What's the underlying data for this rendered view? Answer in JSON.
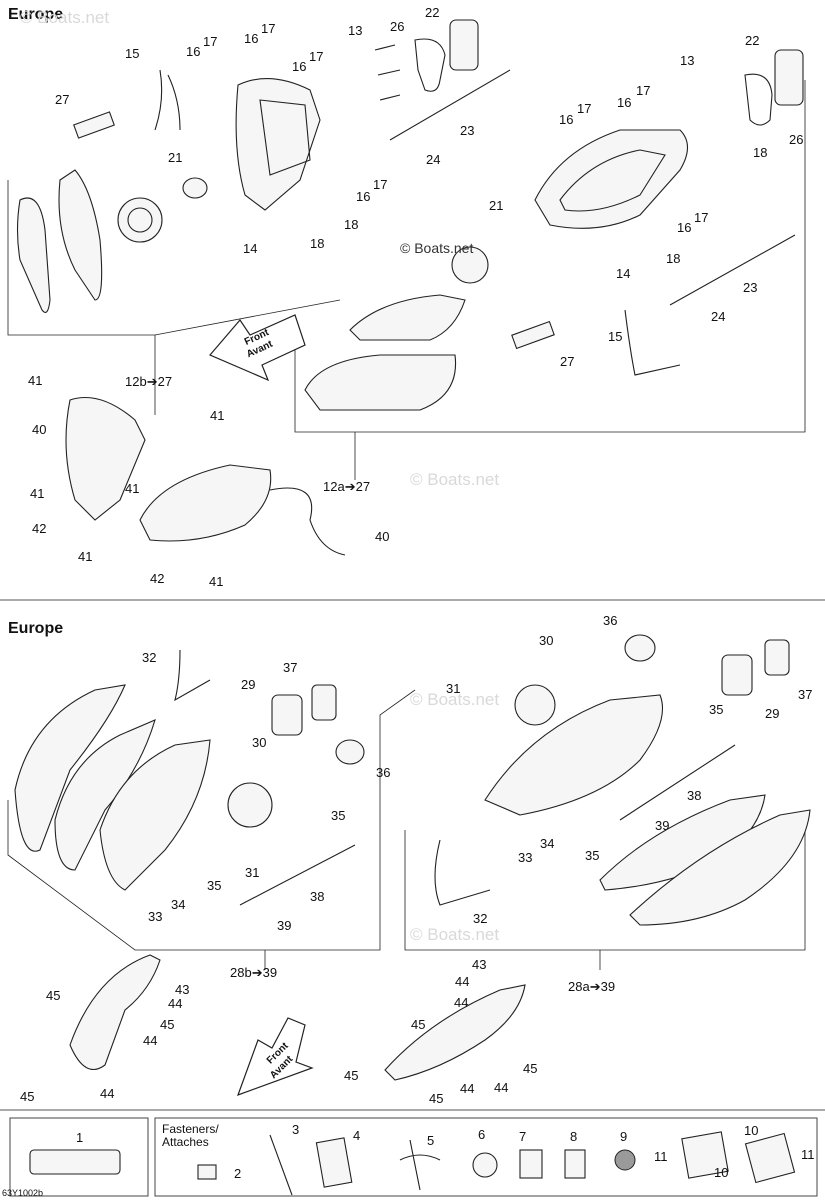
{
  "sections": [
    {
      "title": "Europe"
    },
    {
      "title": "Europe"
    }
  ],
  "front_arrow": {
    "line1": "Front",
    "line2": "Avant"
  },
  "watermark": "© Boats.net",
  "callouts_top": {
    "c22a": "22",
    "c26a": "26",
    "c13a": "13",
    "c17a": "17",
    "c16a": "16",
    "c17b": "17",
    "c16b": "16",
    "c15a": "15",
    "c17c": "17",
    "c16c": "16",
    "c27a": "27",
    "c23a": "23",
    "c24a": "24",
    "c21a": "21",
    "c17d": "17",
    "c16d": "16",
    "c14a": "14",
    "c18a": "18",
    "c18b": "18",
    "c22b": "22",
    "c13b": "13",
    "c17e": "17",
    "c16e": "16",
    "c17f": "17",
    "c16f": "16",
    "c26b": "26",
    "c18c": "18",
    "c21b": "21",
    "c17g": "17",
    "c16g": "16",
    "c14b": "14",
    "c18d": "18",
    "c23b": "23",
    "c24b": "24",
    "c15b": "15",
    "c27b": "27",
    "c41a": "41",
    "c12b": "12b➔27",
    "c40a": "40",
    "c41b": "41",
    "c41c": "41",
    "c41d": "41",
    "c12a": "12a➔27",
    "c42a": "42",
    "c41e": "41",
    "c40b": "40",
    "c42b": "42",
    "c41f": "41"
  },
  "callouts_bottom": {
    "c32a": "32",
    "c37a": "37",
    "c29a": "29",
    "c30a": "30",
    "c36a": "36",
    "c35a": "35",
    "c31a": "31",
    "c35b": "35",
    "c33a": "33",
    "c34a": "34",
    "c38a": "38",
    "c39a": "39",
    "c36b": "36",
    "c30b": "30",
    "c31b": "31",
    "c35c": "35",
    "c29b": "29",
    "c37b": "37",
    "c38b": "38",
    "c39b": "39",
    "c33b": "33",
    "c34b": "34",
    "c35d": "35",
    "c32b": "32",
    "c28b": "28b➔39",
    "c28a": "28a➔39",
    "c43a": "43",
    "c45a": "45",
    "c44a": "44",
    "c45b": "45",
    "c44b": "44",
    "c45c": "45",
    "c44c": "44",
    "c43b": "43",
    "c44d": "44",
    "c45d": "45",
    "c45e": "45",
    "c44e": "44",
    "c45f": "45",
    "c44f": "44",
    "c44g": "44",
    "c45g": "45"
  },
  "legend": {
    "fasteners_title": "Fasteners/\nAttaches",
    "item1": "1",
    "item2": "2",
    "item3": "3",
    "item4": "4",
    "item5": "5",
    "item6": "6",
    "item7": "7",
    "item8": "8",
    "item9": "9",
    "item10a": "10",
    "item10b": "10",
    "item11a": "11",
    "item11b": "11",
    "drawing_code": "63Y1002b"
  }
}
